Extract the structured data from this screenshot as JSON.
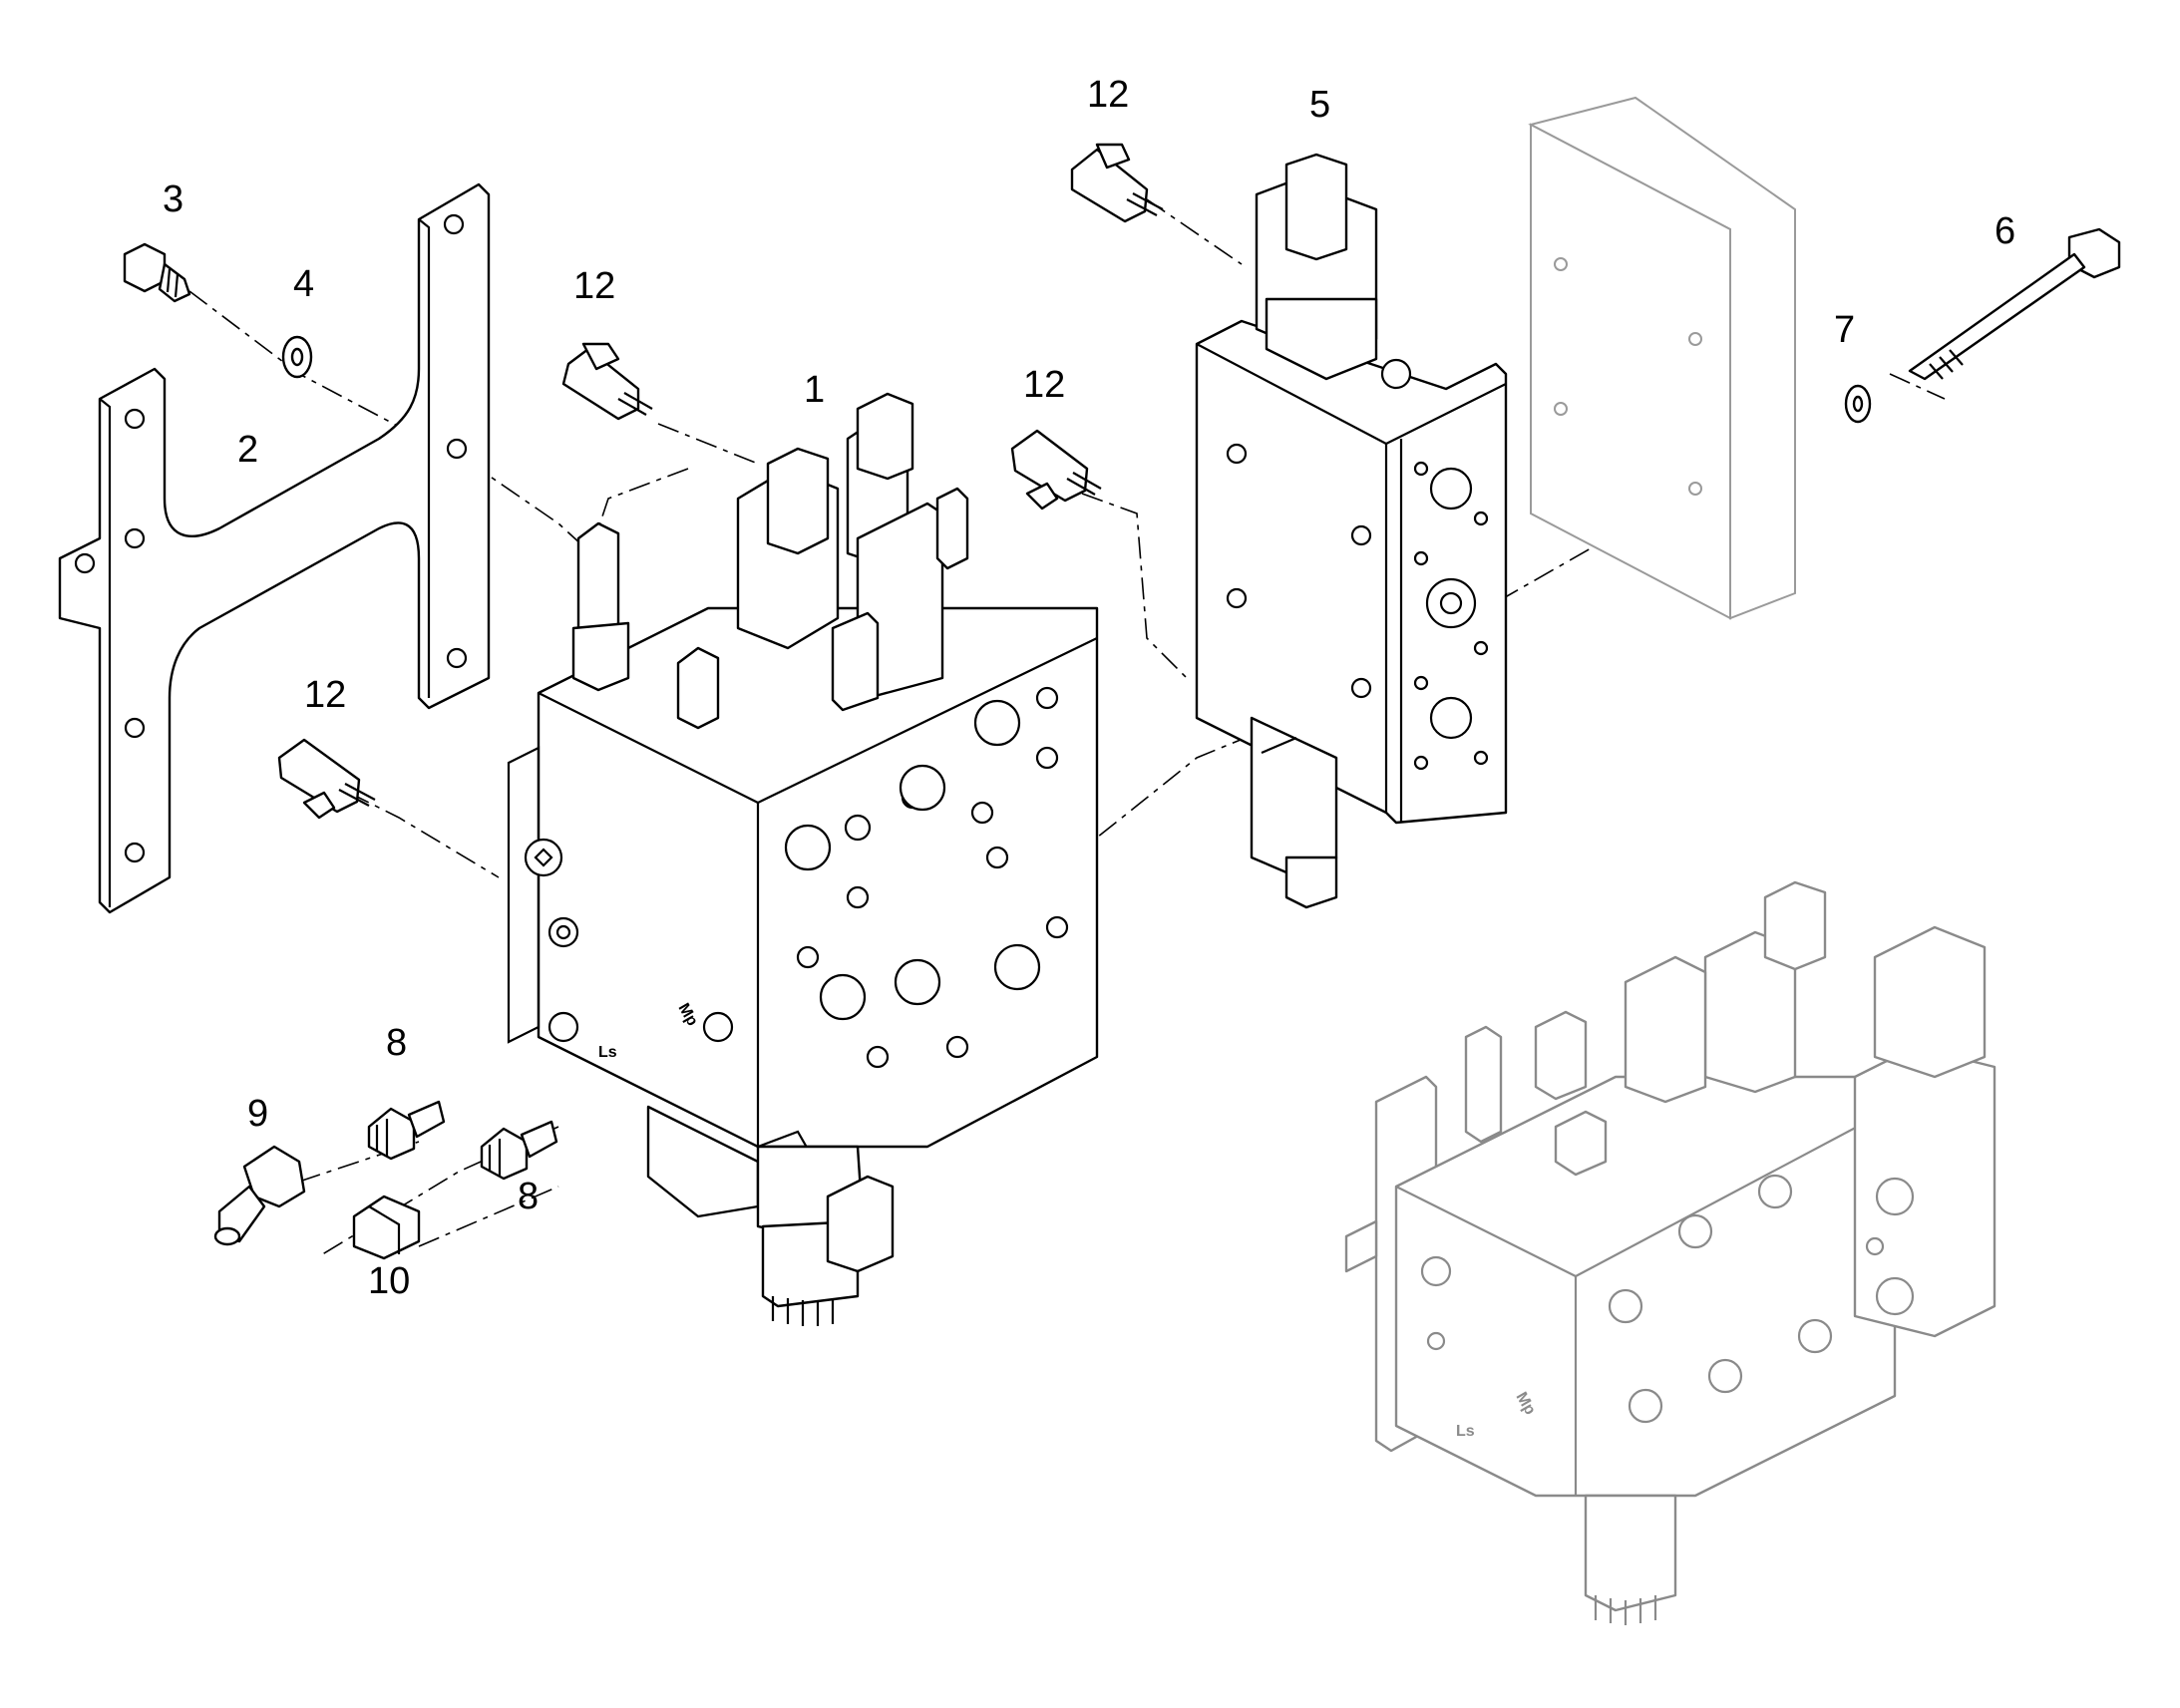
{
  "callouts": {
    "c1": "1",
    "c2": "2",
    "c3": "3",
    "c4": "4",
    "c5": "5",
    "c6": "6",
    "c7": "7",
    "c8a": "8",
    "c8b": "8",
    "c9": "9",
    "c10": "10",
    "c12a": "12",
    "c12b": "12",
    "c12c": "12",
    "c12d": "12"
  },
  "port_labels": {
    "ls": "Ls",
    "mp": "Mp",
    "ghost_ls": "Ls",
    "ghost_mp": "Mp"
  }
}
